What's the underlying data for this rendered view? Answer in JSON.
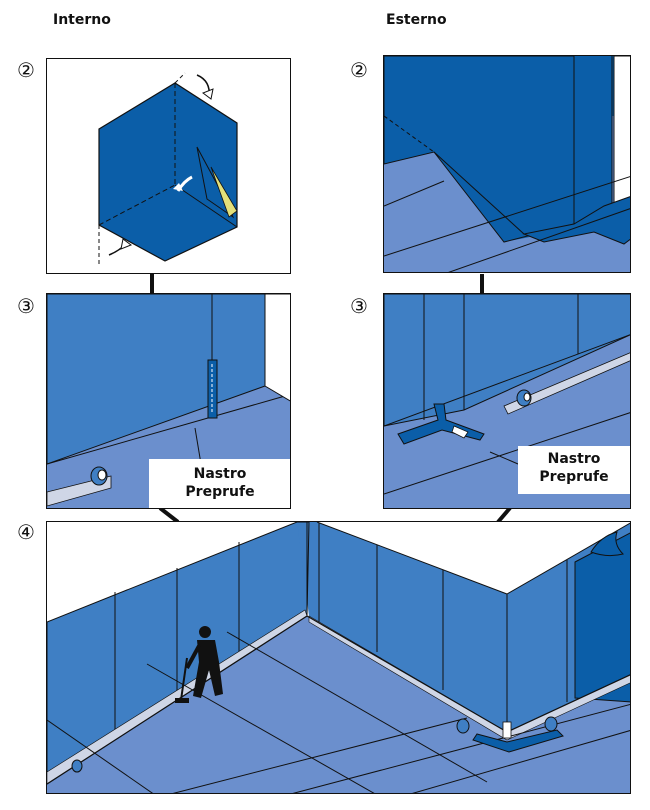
{
  "headings": {
    "internal": "Interno",
    "external": "Esterno"
  },
  "steps": {
    "p1": "②",
    "p2": "②",
    "p3": "③",
    "p4": "③",
    "p5": "④"
  },
  "labels": {
    "tape_internal_line1": "Nastro",
    "tape_internal_line2": "Preprufe",
    "tape_external_line1": "Nastro",
    "tape_external_line2": "Preprufe"
  },
  "colors": {
    "membrane_dark": "#0b5ea8",
    "membrane_wall": "#3f7fc4",
    "membrane_floor": "#6b8fcd",
    "tape": "#cfd6e6",
    "outline": "#111111"
  },
  "icons": [
    "fold-arrow-icon",
    "tape-roll-icon",
    "worker-icon",
    "peeling-corner-icon"
  ]
}
